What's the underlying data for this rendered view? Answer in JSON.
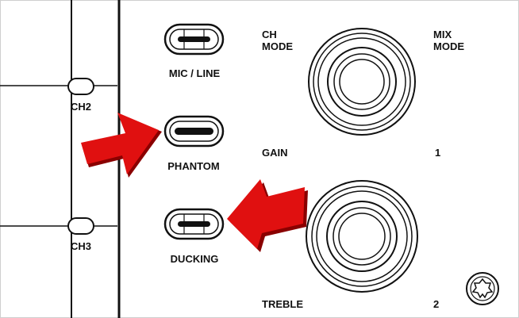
{
  "side_strip": {
    "ch2_label": "CH2",
    "ch3_label": "CH3"
  },
  "switches": {
    "mic_line": {
      "label": "MIC / LINE",
      "state": "off"
    },
    "phantom": {
      "label": "PHANTOM",
      "state": "on"
    },
    "ducking": {
      "label": "DUCKING",
      "state": "off"
    }
  },
  "knob_labels": {
    "ch_mode_line1": "CH",
    "ch_mode_line2": "MODE",
    "mix_mode_line1": "MIX",
    "mix_mode_line2": "MODE",
    "gain": "GAIN",
    "gain_number": "1",
    "treble": "TREBLE",
    "treble_number": "2"
  },
  "colors": {
    "ink": "#111111",
    "arrow_red": "#e01010",
    "arrow_dark": "#8a0000"
  }
}
